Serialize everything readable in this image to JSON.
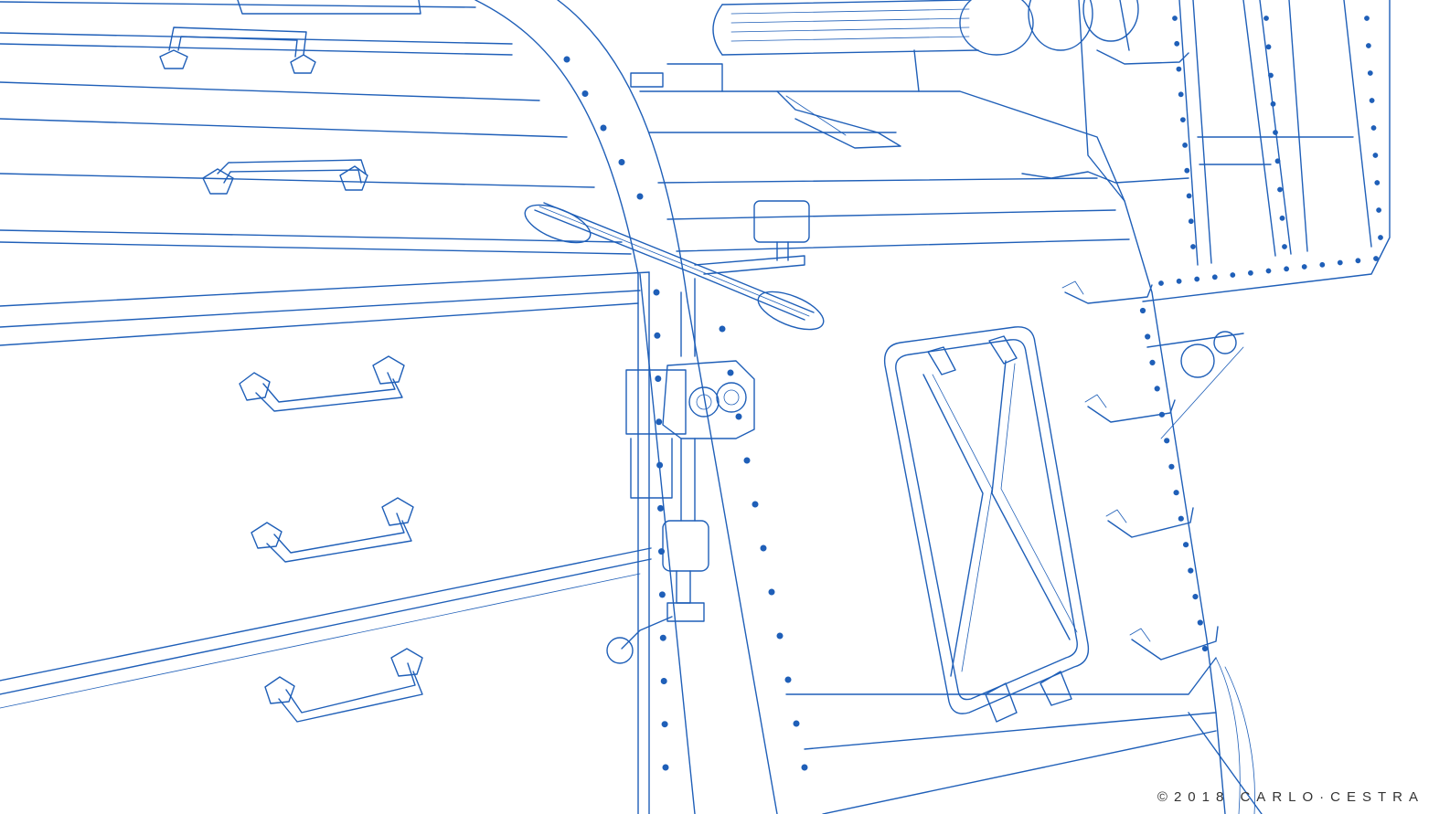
{
  "credit": "©2018 CARLO·CESTRA",
  "colors": {
    "background": "#ffffff",
    "line": "#1f5fb8",
    "credit_text": "#333333"
  },
  "icons": [
    "wireframe-hull-panel",
    "drawer-handle",
    "rivet-strip",
    "access-hatch",
    "valve-assembly",
    "cylinder-tank"
  ]
}
